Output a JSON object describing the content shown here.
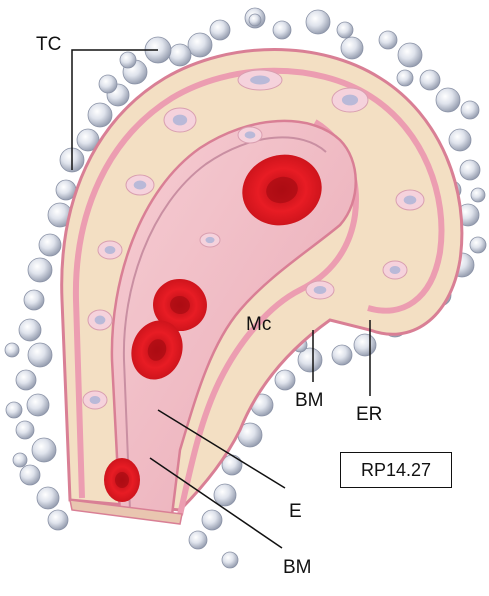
{
  "labels": {
    "tc": "TC",
    "mc": "Mc",
    "bm_right": "BM",
    "er": "ER",
    "e": "E",
    "bm_bottom": "BM"
  },
  "reference_code": "RP14.27",
  "colors": {
    "tissue": "#f3dfc3",
    "wall_outline": "#d97f95",
    "basement_membrane": "#ec9db1",
    "lumen": "#efb9c3",
    "rbc": "#d8141c",
    "nucleus": "#b9b9d8",
    "thrombocyte": "#d6dbe6"
  }
}
